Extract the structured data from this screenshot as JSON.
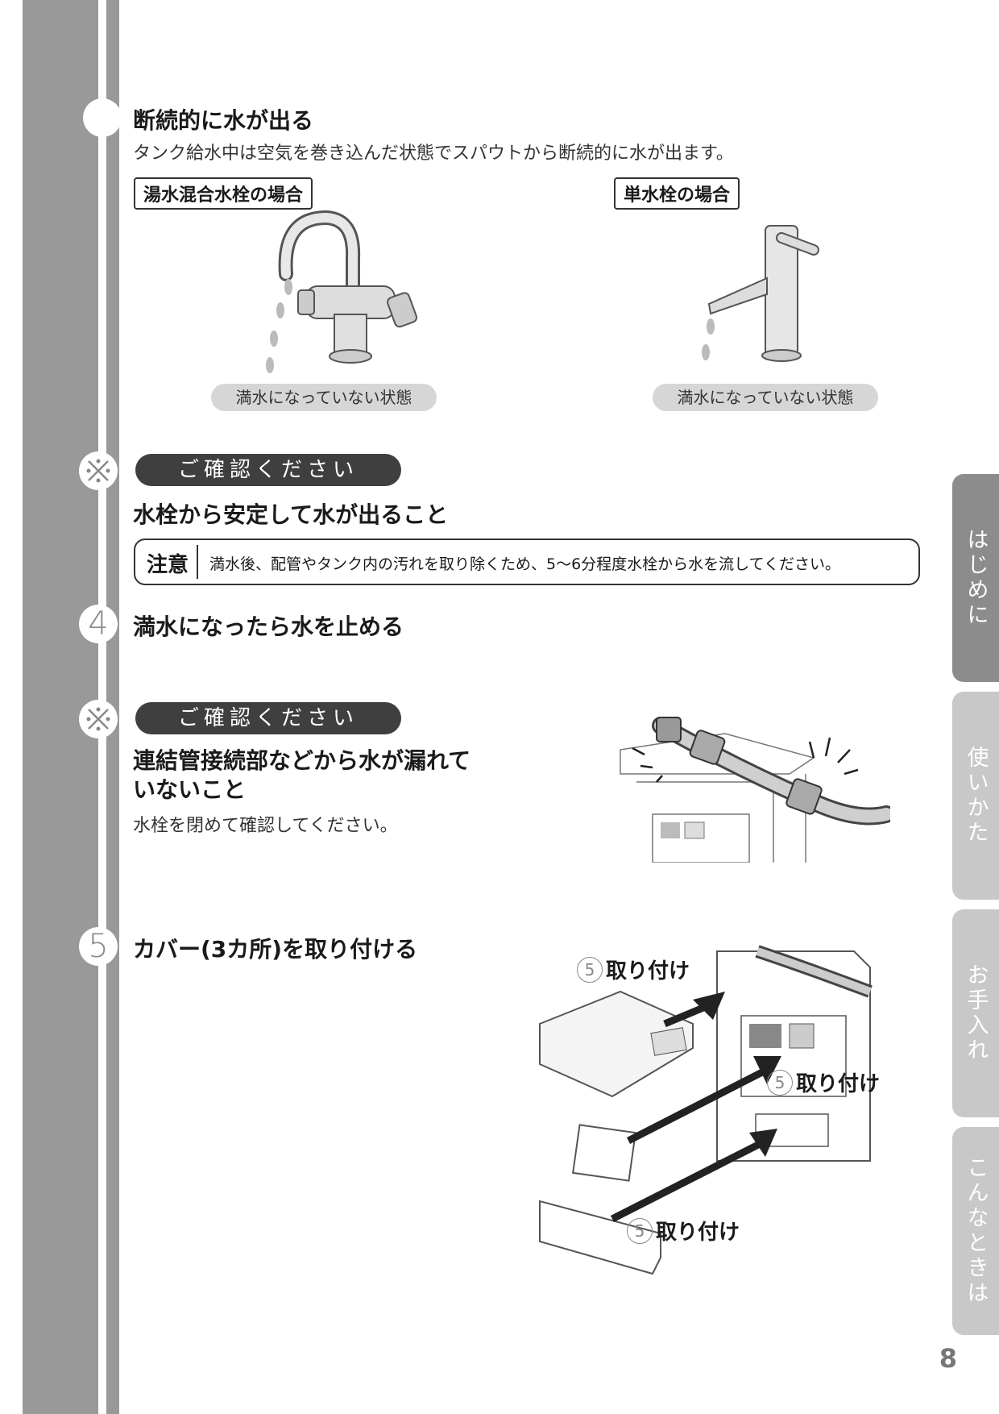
{
  "sections": {
    "intermittent": {
      "title": "断続的に水が出る",
      "desc": "タンク給水中は空気を巻き込んだ状態でスパウトから断続的に水が出ます。",
      "case_mix_label": "湯水混合水栓の場合",
      "case_single_label": "単水栓の場合",
      "caption_mix": "満水になっていない状態",
      "caption_single": "満水になっていない状態"
    },
    "confirm1": {
      "badge": "ご確認ください",
      "heading": "水栓から安定して水が出ること",
      "notice_head": "注意",
      "notice_text": "満水後、配管やタンク内の汚れを取り除くため、5〜6分程度水栓から水を流してください。"
    },
    "step4": {
      "number": "4",
      "title": "満水になったら水を止める"
    },
    "confirm2": {
      "badge": "ご確認ください",
      "heading_line1": "連結管接続部などから水が漏れて",
      "heading_line2": "いないこと",
      "desc": "水栓を閉めて確認してください。"
    },
    "step5": {
      "number": "5",
      "title": "カバー(3カ所)を取り付ける",
      "callout_num": "5",
      "callout_text": "取り付け"
    }
  },
  "tabs": [
    {
      "label": "はじめに",
      "color": "#8c8c8c"
    },
    {
      "label": "使いかた",
      "color": "#c8c8c8"
    },
    {
      "label": "お手入れ",
      "color": "#c8c8c8"
    },
    {
      "label": "こんなときは",
      "color": "#c8c8c8"
    }
  ],
  "page_number": "8",
  "icons": {
    "confirm": "asterisk-circle-icon"
  }
}
